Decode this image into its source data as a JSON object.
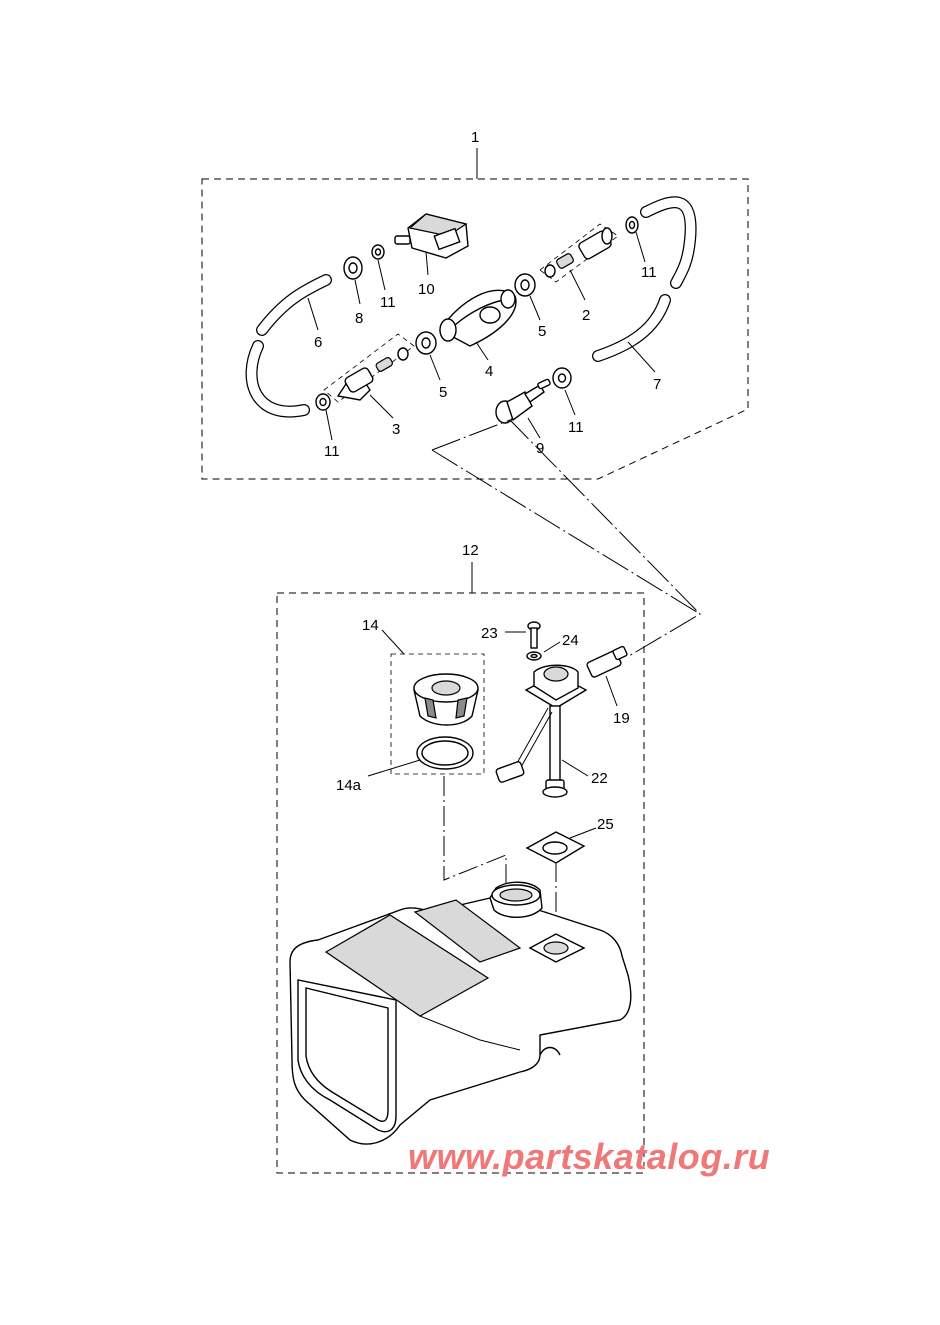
{
  "callouts": {
    "c1": "1",
    "c2": "2",
    "c3": "3",
    "c4": "4",
    "c5a": "5",
    "c5b": "5",
    "c6": "6",
    "c7": "7",
    "c8": "8",
    "c9": "9",
    "c10": "10",
    "c11a": "11",
    "c11b": "11",
    "c11c": "11",
    "c11d": "11",
    "c12": "12",
    "c14": "14",
    "c14a": "14a",
    "c19": "19",
    "c22": "22",
    "c23": "23",
    "c24": "24",
    "c25": "25"
  },
  "watermark": "www.partskatalog.ru",
  "colors": {
    "watermark": "#f07878",
    "line": "#000000",
    "background": "#ffffff"
  }
}
